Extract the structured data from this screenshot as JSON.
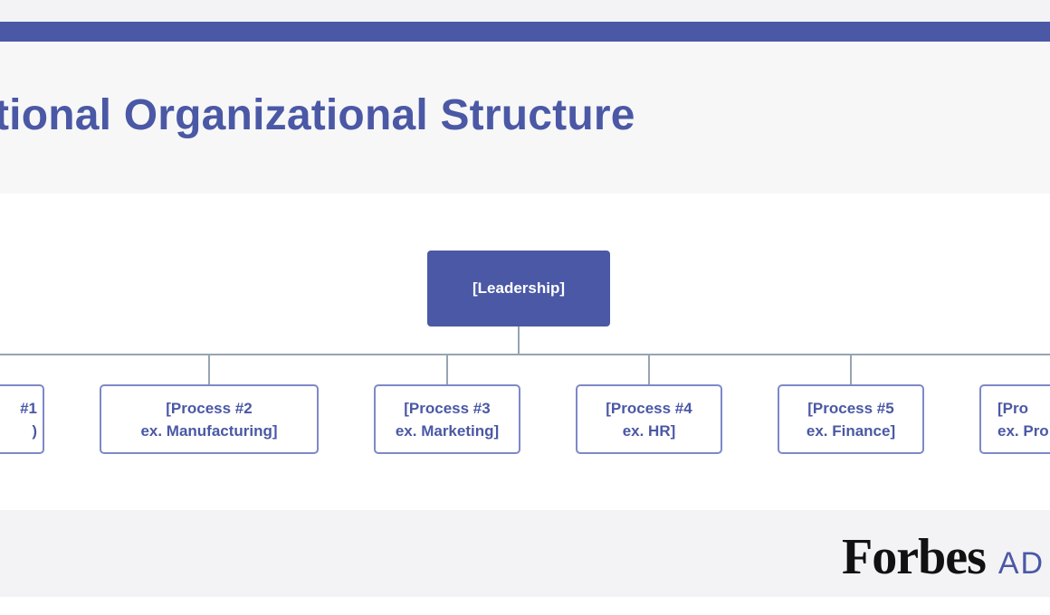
{
  "header": {
    "title": "tional Organizational Structure"
  },
  "diagram": {
    "leader": {
      "label": "[Leadership]"
    },
    "processes": [
      {
        "line1": "#1",
        "line2": ")"
      },
      {
        "line1": "[Process #2",
        "line2": "ex. Manufacturing]"
      },
      {
        "line1": "[Process #3",
        "line2": "ex. Marketing]"
      },
      {
        "line1": "[Process #4",
        "line2": "ex. HR]"
      },
      {
        "line1": "[Process #5",
        "line2": "ex. Finance]"
      },
      {
        "line1": "[Pro",
        "line2": "ex. Pro"
      }
    ]
  },
  "footer": {
    "logo_main": "Forbes",
    "logo_sub": "AD"
  },
  "colors": {
    "accent": "#4a58a5",
    "box_border": "#7e88c8",
    "connector": "#97a4b2",
    "logo_text": "#111111"
  }
}
